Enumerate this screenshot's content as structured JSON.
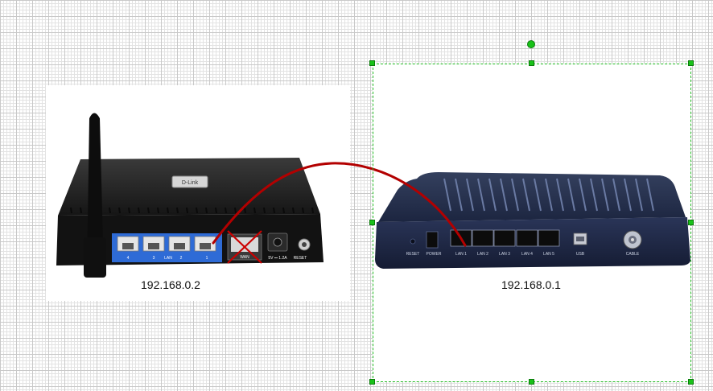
{
  "devices": {
    "left": {
      "ip_label": "192.168.0.2",
      "brand": "D-Link",
      "lan_ports": [
        "4",
        "3",
        "2",
        "1"
      ],
      "lan_group_label": "LAN",
      "wan_label": "WAN",
      "power_label": "5V ⎓ 1.2A",
      "reset_label": "RESET"
    },
    "right": {
      "ip_label": "192.168.0.1",
      "labels": {
        "reset": "RESET",
        "power": "POWER",
        "lan1": "LAN 1",
        "lan2": "LAN 2",
        "lan3": "LAN 3",
        "lan4": "LAN 4",
        "lan5": "LAN 5",
        "usb": "USB",
        "cable": "CABLE"
      }
    }
  },
  "connection": {
    "color": "#b30000",
    "from": "left LAN 1",
    "to": "right LAN 1",
    "blocked_port": "WAN"
  },
  "selection": {
    "color": "#22bb22",
    "target": "right device"
  }
}
